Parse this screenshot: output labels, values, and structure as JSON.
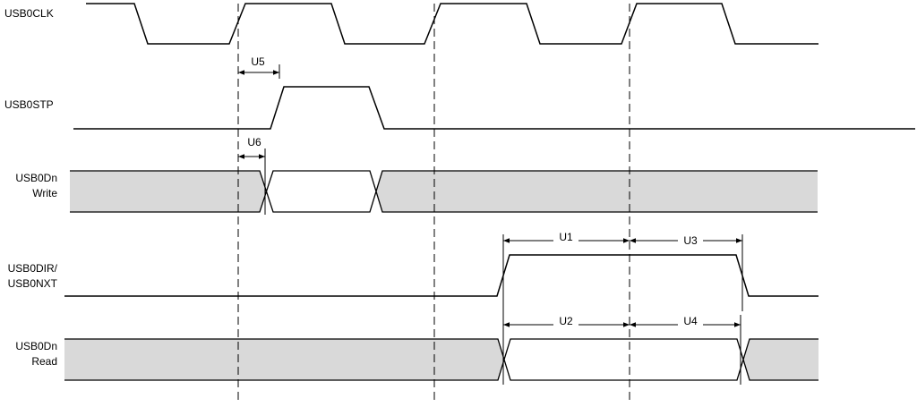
{
  "signals": {
    "clk": "USB0CLK",
    "stp": "USB0STP",
    "write": [
      "USB0Dn",
      "Write"
    ],
    "dirnxt": [
      "USB0DIR/",
      "USB0NXT"
    ],
    "read": [
      "USB0Dn",
      "Read"
    ]
  },
  "timings": {
    "u1": "U1",
    "u2": "U2",
    "u3": "U3",
    "u4": "U4",
    "u5": "U5",
    "u6": "U6"
  },
  "colors": {
    "bus_fill": "#d9d9d9",
    "line": "#000000",
    "background": "#ffffff"
  }
}
